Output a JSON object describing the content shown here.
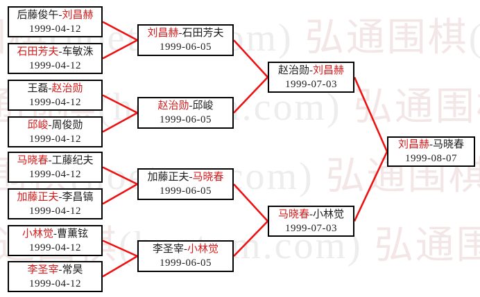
{
  "page": {
    "description": "Go tournament knockout bracket, 1999",
    "watermark": {
      "cjk": "弘通围棋",
      "latin": "(hoetom.com)",
      "gray": "#ededed",
      "pink": "#f3e6e6"
    }
  },
  "colors": {
    "winner_text": "#d41a1a",
    "loser_text": "#1c1c1c",
    "line": "#ee1111",
    "box_border": "#000000",
    "box_background": "#ffffff"
  },
  "bracket": {
    "separator": "-",
    "rounds": [
      {
        "name": "round-1",
        "matches": [
          {
            "left": "后藤俊午",
            "right": "刘昌赫",
            "winner": "right",
            "date": "1999-04-12"
          },
          {
            "left": "石田芳夫",
            "right": "车敏洙",
            "winner": "left",
            "date": "1999-04-12"
          },
          {
            "left": "王磊",
            "right": "赵治勋",
            "winner": "right",
            "date": "1999-04-12"
          },
          {
            "left": "邱峻",
            "right": "周俊勋",
            "winner": "left",
            "date": "1999-04-12"
          },
          {
            "left": "马晓春",
            "right": "工藤纪夫",
            "winner": "left",
            "date": "1999-04-12"
          },
          {
            "left": "加藤正夫",
            "right": "李昌镐",
            "winner": "left",
            "date": "1999-04-12"
          },
          {
            "left": "小林觉",
            "right": "曹薰铉",
            "winner": "left",
            "date": "1999-04-12"
          },
          {
            "left": "李圣宰",
            "right": "常昊",
            "winner": "left",
            "date": "1999-04-12"
          }
        ]
      },
      {
        "name": "round-2",
        "matches": [
          {
            "left": "刘昌赫",
            "right": "石田芳夫",
            "winner": "left",
            "date": "1999-06-05"
          },
          {
            "left": "赵治勋",
            "right": "邱峻",
            "winner": "left",
            "date": "1999-06-05"
          },
          {
            "left": "加藤正夫",
            "right": "马晓春",
            "winner": "right",
            "date": "1999-06-05"
          },
          {
            "left": "李圣宰",
            "right": "小林觉",
            "winner": "right",
            "date": "1999-06-05"
          }
        ]
      },
      {
        "name": "semifinals",
        "matches": [
          {
            "left": "赵治勋",
            "right": "刘昌赫",
            "winner": "right",
            "date": "1999-07-03"
          },
          {
            "left": "马晓春",
            "right": "小林觉",
            "winner": "left",
            "date": "1999-07-03"
          }
        ]
      },
      {
        "name": "final",
        "matches": [
          {
            "left": "刘昌赫",
            "right": "马晓春",
            "winner": "left",
            "date": "1999-08-07"
          }
        ]
      }
    ]
  }
}
